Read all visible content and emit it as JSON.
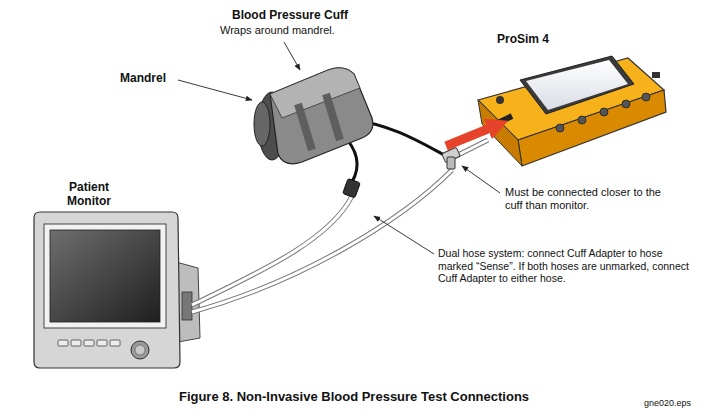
{
  "diagram": {
    "caption": "Figure 8. Non-Invasive Blood Pressure Test Connections",
    "labels": [
      "Blood Pressure Cuff",
      "Wraps around mandrel.",
      "Mandrel",
      "ProSim 4",
      "Patient Monitor",
      "Must be connected closer to the cuff than monitor.",
      "Dual hose system: connect Cuff Adapter to hose marked “Sense”. If both hoses are unmarked, connect Cuff Adapter to either hose.",
      "gne020.eps"
    ]
  }
}
